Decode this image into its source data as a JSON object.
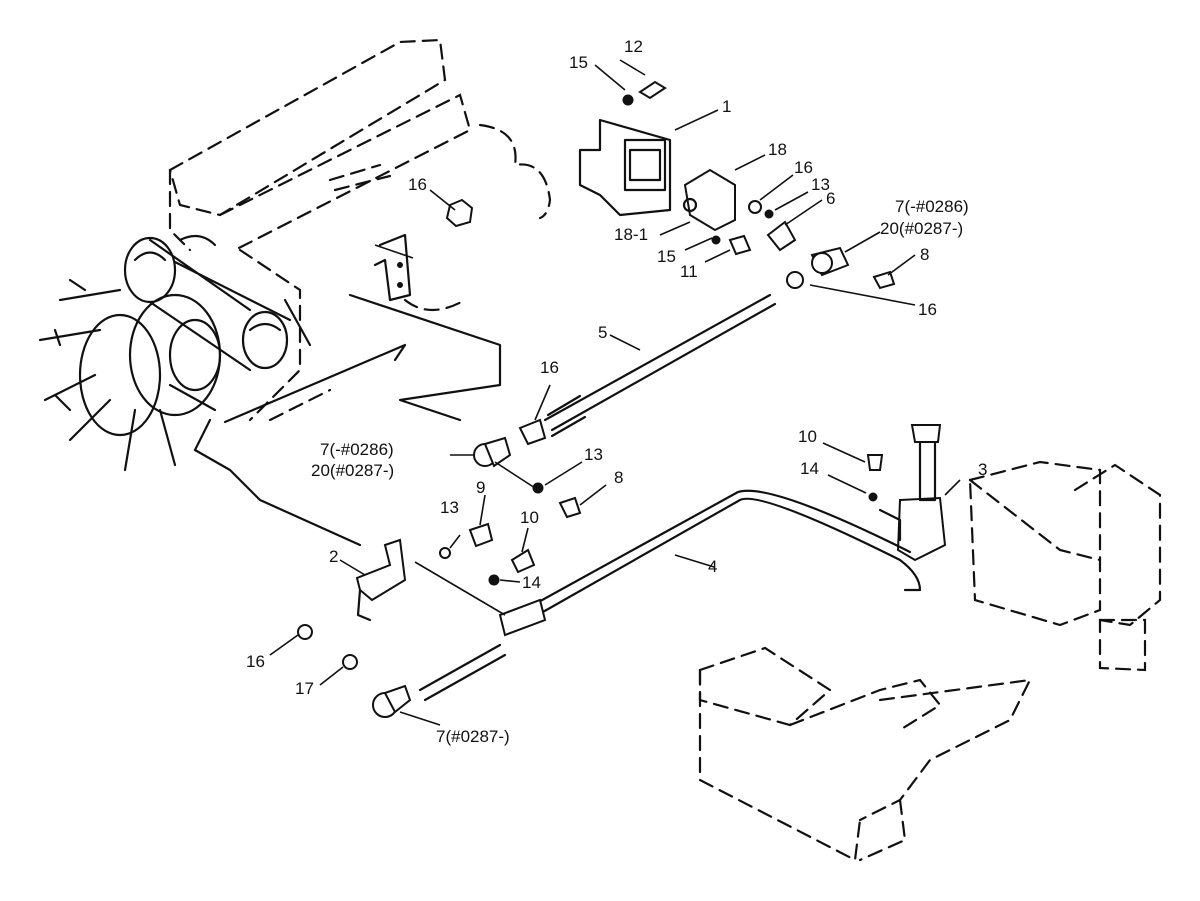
{
  "callouts": {
    "c1": "1",
    "c2": "2",
    "c3": "3",
    "c4": "4",
    "c5": "5",
    "c6": "6",
    "c7_top_a": "7(-#0286)",
    "c20_top": "20(#0287-)",
    "c8_top": "8",
    "c16_top_right": "16",
    "c16_bracket": "16",
    "c12": "12",
    "c15_top": "15",
    "c18": "18",
    "c16_mid": "16",
    "c13_top": "13",
    "c18_1": "18-1",
    "c15_mid": "15",
    "c11": "11",
    "c16_rod": "16",
    "c7_mid_a": "7(-#0286)",
    "c20_mid": "20(#0287-)",
    "c13_mid": "13",
    "c8_mid": "8",
    "c13_low": "13",
    "c9": "9",
    "c10_low": "10",
    "c14_low": "14",
    "c10_right": "10",
    "c14_right": "14",
    "c16_low": "16",
    "c17": "17",
    "c7_bottom": "7(#0287-)"
  }
}
